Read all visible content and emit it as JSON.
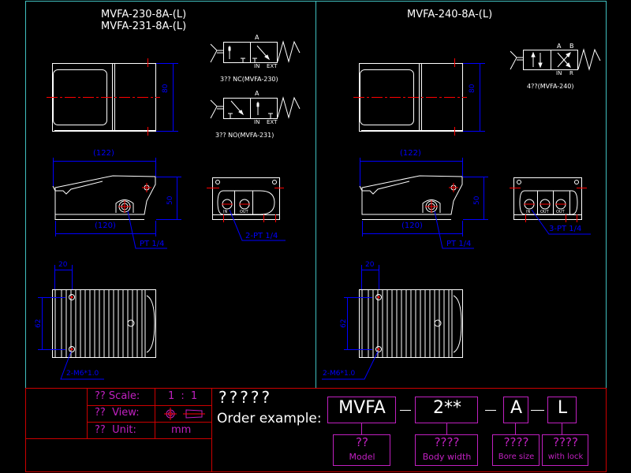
{
  "colors": {
    "background": "#000000",
    "outline": "#ffffff",
    "dimension": "#0000ff",
    "centerline": "#ff0000",
    "frame": "#40c0c0",
    "title_block": "#cc0000",
    "title_text": "#c020c0"
  },
  "left_panel": {
    "title_line1": "MVFA-230-8A-(L)",
    "title_line2": "MVFA-231-8A-(L)",
    "symbol_nc": {
      "port_a": "A",
      "port_in": "IN",
      "port_ext": "EXT",
      "caption": "3?? NC(MVFA-230)"
    },
    "symbol_no": {
      "port_a": "A",
      "port_in": "IN",
      "port_ext": "EXT",
      "caption": "3?? NO(MVFA-231)"
    },
    "top_view": {
      "height_dim": "80"
    },
    "side_view": {
      "overall_length": "(122)",
      "base_length": "(120)",
      "height_dim": "50",
      "port_label": "PT 1/4"
    },
    "end_view": {
      "port_label": "2-PT 1/4",
      "port_in": "IN",
      "port_out": "OUT"
    },
    "bottom_view": {
      "hole_offset": "20",
      "hole_spacing": "62",
      "hole_label": "2-M6*1.0"
    }
  },
  "right_panel": {
    "title": "MVFA-240-8A-(L)",
    "symbol": {
      "port_a": "A",
      "port_b": "B",
      "port_in": "IN",
      "port_r": "R",
      "caption": "4??(MVFA-240)"
    },
    "top_view": {
      "height_dim": "80"
    },
    "side_view": {
      "overall_length": "(122)",
      "base_length": "(120)",
      "height_dim": "50",
      "port_label": "PT 1/4"
    },
    "end_view": {
      "port_label": "3-PT 1/4",
      "port_in": "IN",
      "port_out1": "OUT",
      "port_out2": "OUT"
    },
    "bottom_view": {
      "hole_offset": "20",
      "hole_spacing": "62",
      "hole_label": "2-M6*1.0"
    }
  },
  "title_block": {
    "scale_label": "?? Scale:",
    "scale_value": "1 : 1",
    "view_label": "??  View:",
    "unit_label": "??  Unit:",
    "unit_value": "mm",
    "heading": "?????",
    "order_label": "Order example:",
    "code_parts": [
      "MVFA",
      "2**",
      "A",
      "L"
    ],
    "separators": [
      "-",
      "-",
      "-"
    ],
    "descriptions": [
      {
        "q": "??",
        "label": "Model"
      },
      {
        "q": "????",
        "label": "Body width"
      },
      {
        "q": "????",
        "label": "Bore size"
      },
      {
        "q": "????",
        "label": "with lock"
      }
    ]
  }
}
